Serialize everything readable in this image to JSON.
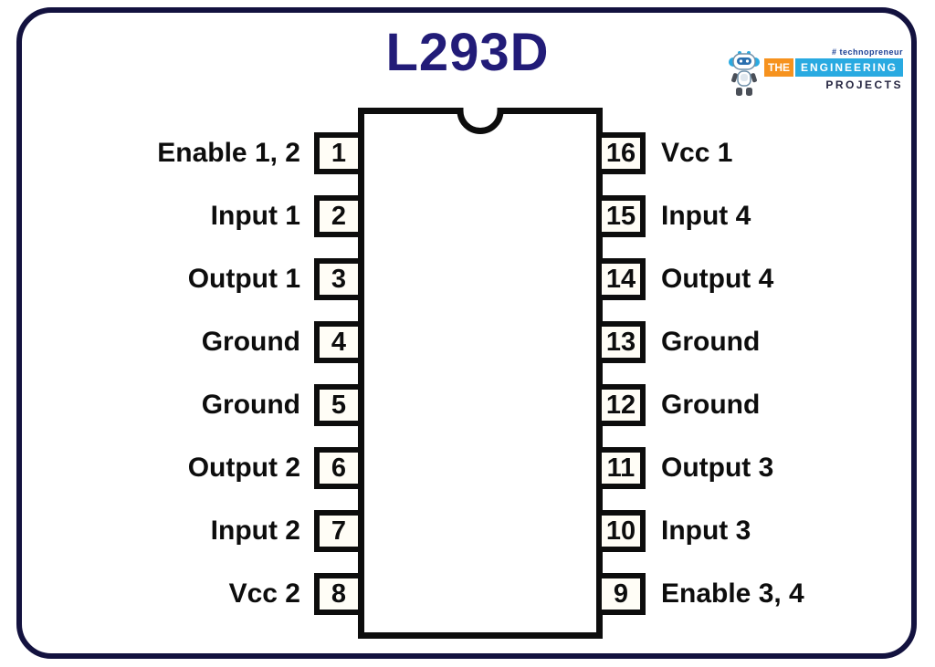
{
  "page": {
    "title": "L293D"
  },
  "colors": {
    "title": "#221c78",
    "frame": "#13123f",
    "ink": "#0d0d0d",
    "logo_orange": "#f6921e",
    "logo_blue": "#29aae1",
    "logo_navy": "#1b3f94",
    "logo_dark": "#252540"
  },
  "logo": {
    "tagline": "# technopreneur",
    "the": "THE",
    "engineering": "ENGINEERING",
    "projects": "PROJECTS"
  },
  "chip": {
    "left_pins": [
      {
        "number": "1",
        "label": "Enable 1, 2"
      },
      {
        "number": "2",
        "label": "Input 1"
      },
      {
        "number": "3",
        "label": "Output 1"
      },
      {
        "number": "4",
        "label": "Ground"
      },
      {
        "number": "5",
        "label": "Ground"
      },
      {
        "number": "6",
        "label": "Output 2"
      },
      {
        "number": "7",
        "label": "Input 2"
      },
      {
        "number": "8",
        "label": "Vcc 2"
      }
    ],
    "right_pins": [
      {
        "number": "16",
        "label": "Vcc 1"
      },
      {
        "number": "15",
        "label": "Input 4"
      },
      {
        "number": "14",
        "label": "Output 4"
      },
      {
        "number": "13",
        "label": "Ground"
      },
      {
        "number": "12",
        "label": "Ground"
      },
      {
        "number": "11",
        "label": "Output 3"
      },
      {
        "number": "10",
        "label": "Input 3"
      },
      {
        "number": "9",
        "label": "Enable 3, 4"
      }
    ]
  }
}
